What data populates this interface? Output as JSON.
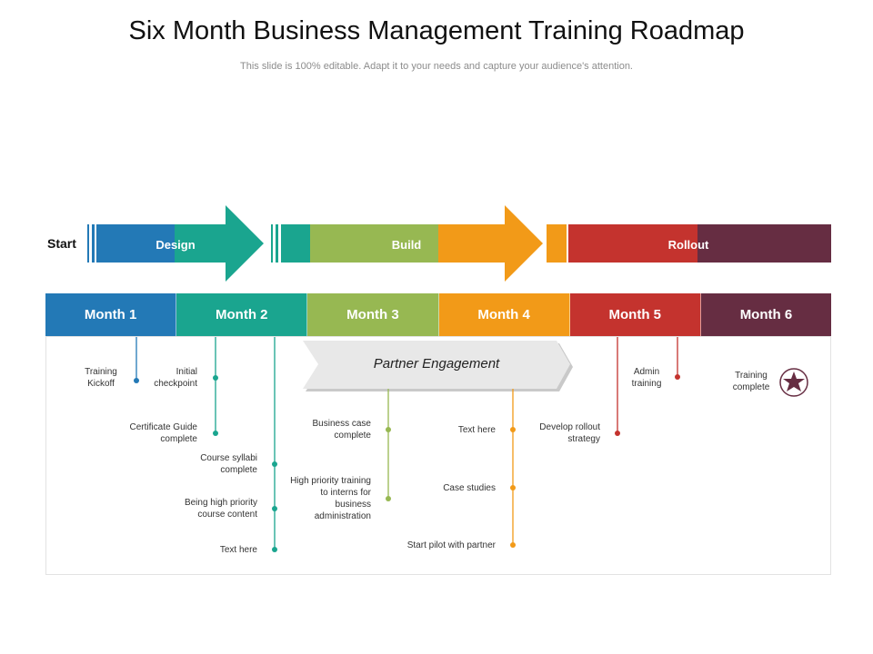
{
  "header": {
    "title": "Six Month Business Management Training Roadmap",
    "subtitle": "This slide is 100% editable. Adapt it to your needs and capture your audience's attention."
  },
  "start_label": "Start",
  "phases": [
    {
      "label": "Design",
      "color": "#1aa58f"
    },
    {
      "label": "Build",
      "color": "#f29a18"
    },
    {
      "label": "Rollout",
      "color": "#c4332e"
    }
  ],
  "months": [
    {
      "label": "Month 1",
      "color": "#2379b6"
    },
    {
      "label": "Month 2",
      "color": "#1aa58f"
    },
    {
      "label": "Month 3",
      "color": "#97b852"
    },
    {
      "label": "Month 4",
      "color": "#f29a18"
    },
    {
      "label": "Month 5",
      "color": "#c4332e"
    },
    {
      "label": "Month 6",
      "color": "#662d42"
    }
  ],
  "banner": "Partner Engagement",
  "milestones": {
    "training_kickoff": "Training Kickoff",
    "initial_checkpoint": "Initial checkpoint",
    "certificate_guide": "Certificate Guide complete",
    "course_syllabi": "Course syllabi complete",
    "high_priority_content": "Being high priority course content",
    "text_here_1": "Text here",
    "business_case": "Business case complete",
    "high_priority_training": "High priority training to interns for business administration",
    "text_here_2": "Text here",
    "case_studies": "Case studies",
    "start_pilot": "Start pilot with partner",
    "develop_rollout": "Develop rollout strategy",
    "admin_training": "Admin training",
    "training_complete": "Training complete"
  },
  "icons": {
    "finish": "star-icon"
  }
}
